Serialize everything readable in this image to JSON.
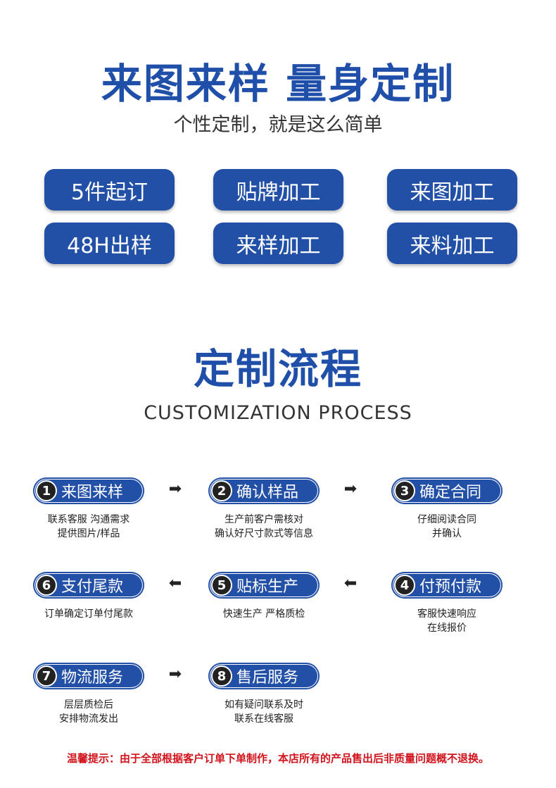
{
  "header": {
    "title": "来图来样 量身定制",
    "subtitle": "个性定制，就是这么简单"
  },
  "tags": [
    "5件起订",
    "贴牌加工",
    "来图加工",
    "48H出样",
    "来样加工",
    "来料加工"
  ],
  "process": {
    "title": "定制流程",
    "subtitle": "CUSTOMIZATION PROCESS",
    "steps": [
      {
        "num": "1",
        "label": "来图来样",
        "desc1": "联系客服 沟通需求",
        "desc2": "提供图片/样品"
      },
      {
        "num": "2",
        "label": "确认样品",
        "desc1": "生产前客户需核对",
        "desc2": "确认好尺寸款式等信息"
      },
      {
        "num": "3",
        "label": "确定合同",
        "desc1": "仔细阅读合同",
        "desc2": "并确认"
      },
      {
        "num": "4",
        "label": "付预付款",
        "desc1": "客服快速响应",
        "desc2": "在线报价"
      },
      {
        "num": "5",
        "label": "贴标生产",
        "desc1": "快速生产 严格质检",
        "desc2": ""
      },
      {
        "num": "6",
        "label": "支付尾款",
        "desc1": "订单确定订单付尾款",
        "desc2": ""
      },
      {
        "num": "7",
        "label": "物流服务",
        "desc1": "层层质检后",
        "desc2": "安排物流发出"
      },
      {
        "num": "8",
        "label": "售后服务",
        "desc1": "如有疑问联系及时",
        "desc2": "联系在线客服"
      }
    ],
    "arrows": {
      "right": "➡",
      "left": "⬅"
    }
  },
  "footer": "温馨提示：由于全部根据客户订单下单制作，本店所有的产品售出后非质量问题概不退换。"
}
